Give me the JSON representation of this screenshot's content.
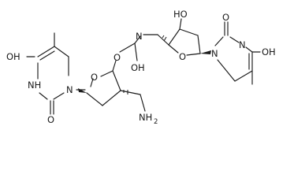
{
  "atoms": {
    "left_base_oh": "OH",
    "left_base_o": "O",
    "left_base_nh": "NH",
    "left_base_n": "N",
    "left_ring_o": "O",
    "carbonate_o": "O",
    "carbonate_oh": "OH",
    "amine": "NH",
    "amine_sub": "2",
    "bridge_n": "N",
    "top_ho": "HO",
    "right_ring_o": "O",
    "right_base_n": "N",
    "right_base_o": "O",
    "right_base_n2": "N",
    "right_base_oh": "OH"
  }
}
